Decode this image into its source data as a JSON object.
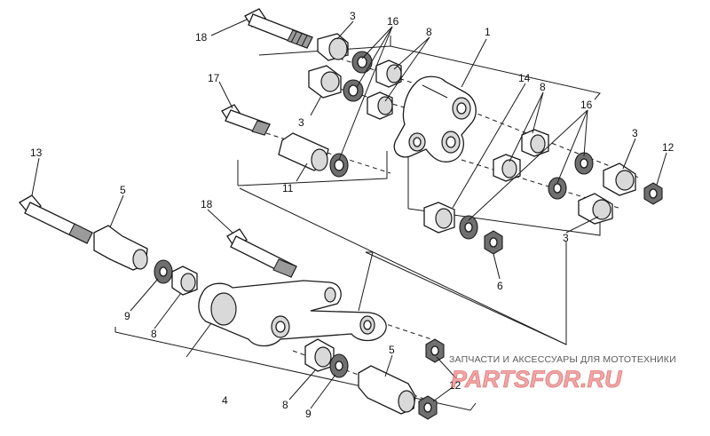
{
  "callouts": {
    "c1": "1",
    "c3a": "3",
    "c3b": "3",
    "c3c": "3",
    "c3d": "3",
    "c4": "4",
    "c5a": "5",
    "c5b": "5",
    "c6": "6",
    "c8a": "8",
    "c8b": "8",
    "c8c": "8",
    "c8d": "8",
    "c9a": "9",
    "c9b": "9",
    "c11": "11",
    "c12a": "12",
    "c12b": "12",
    "c13": "13",
    "c14": "14",
    "c16a": "16",
    "c16b": "16",
    "c17": "17",
    "c18a": "18",
    "c18b": "18"
  },
  "watermark": {
    "tagline": "ЗАПЧАСТИ И АКСЕССУАРЫ ДЛЯ МОТОТЕХНИКИ",
    "logo": "PARTSFOR.RU"
  }
}
